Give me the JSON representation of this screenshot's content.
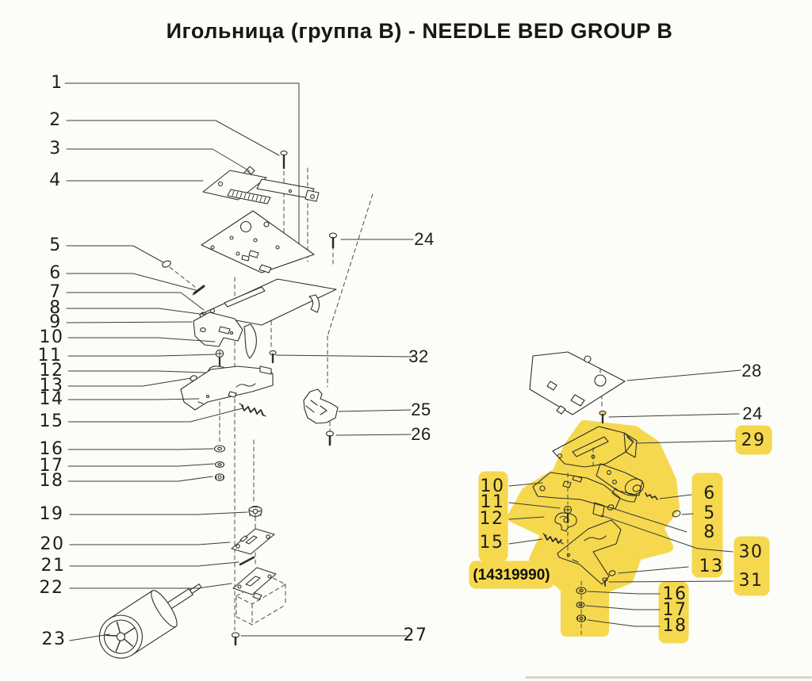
{
  "title": "Игольница (группа B) - NEEDLE BED GROUP B",
  "colors": {
    "highlight": "#f5d84e",
    "linework": "#2e2e2a",
    "background": "#fcfcf8"
  },
  "left_diagram": {
    "description": "exploded-view-needle-bed-group",
    "callouts": [
      {
        "label": "1"
      },
      {
        "label": "2"
      },
      {
        "label": "3"
      },
      {
        "label": "4"
      },
      {
        "label": "5"
      },
      {
        "label": "6"
      },
      {
        "label": "7"
      },
      {
        "label": "8"
      },
      {
        "label": "9"
      },
      {
        "label": "10"
      },
      {
        "label": "11"
      },
      {
        "label": "12"
      },
      {
        "label": "13"
      },
      {
        "label": "14"
      },
      {
        "label": "15"
      },
      {
        "label": "16"
      },
      {
        "label": "17"
      },
      {
        "label": "18"
      },
      {
        "label": "19"
      },
      {
        "label": "20"
      },
      {
        "label": "21"
      },
      {
        "label": "22"
      },
      {
        "label": "23"
      },
      {
        "label": "24"
      },
      {
        "label": "32"
      },
      {
        "label": "25"
      },
      {
        "label": "26"
      },
      {
        "label": "27"
      }
    ]
  },
  "right_diagram": {
    "description": "highlighted-sub-assembly-detail",
    "part_number_label": "(14319990)",
    "callouts": [
      {
        "label": "28",
        "highlighted": false
      },
      {
        "label": "24",
        "highlighted": false
      },
      {
        "label": "29",
        "highlighted": true
      },
      {
        "label": "10",
        "highlighted": true
      },
      {
        "label": "11",
        "highlighted": true
      },
      {
        "label": "12",
        "highlighted": true
      },
      {
        "label": "15",
        "highlighted": true
      },
      {
        "label": "6",
        "highlighted": true
      },
      {
        "label": "5",
        "highlighted": true
      },
      {
        "label": "8",
        "highlighted": true
      },
      {
        "label": "30",
        "highlighted": true
      },
      {
        "label": "13",
        "highlighted": true
      },
      {
        "label": "31",
        "highlighted": true
      },
      {
        "label": "16",
        "highlighted": true
      },
      {
        "label": "17",
        "highlighted": true
      },
      {
        "label": "18",
        "highlighted": true
      }
    ]
  }
}
